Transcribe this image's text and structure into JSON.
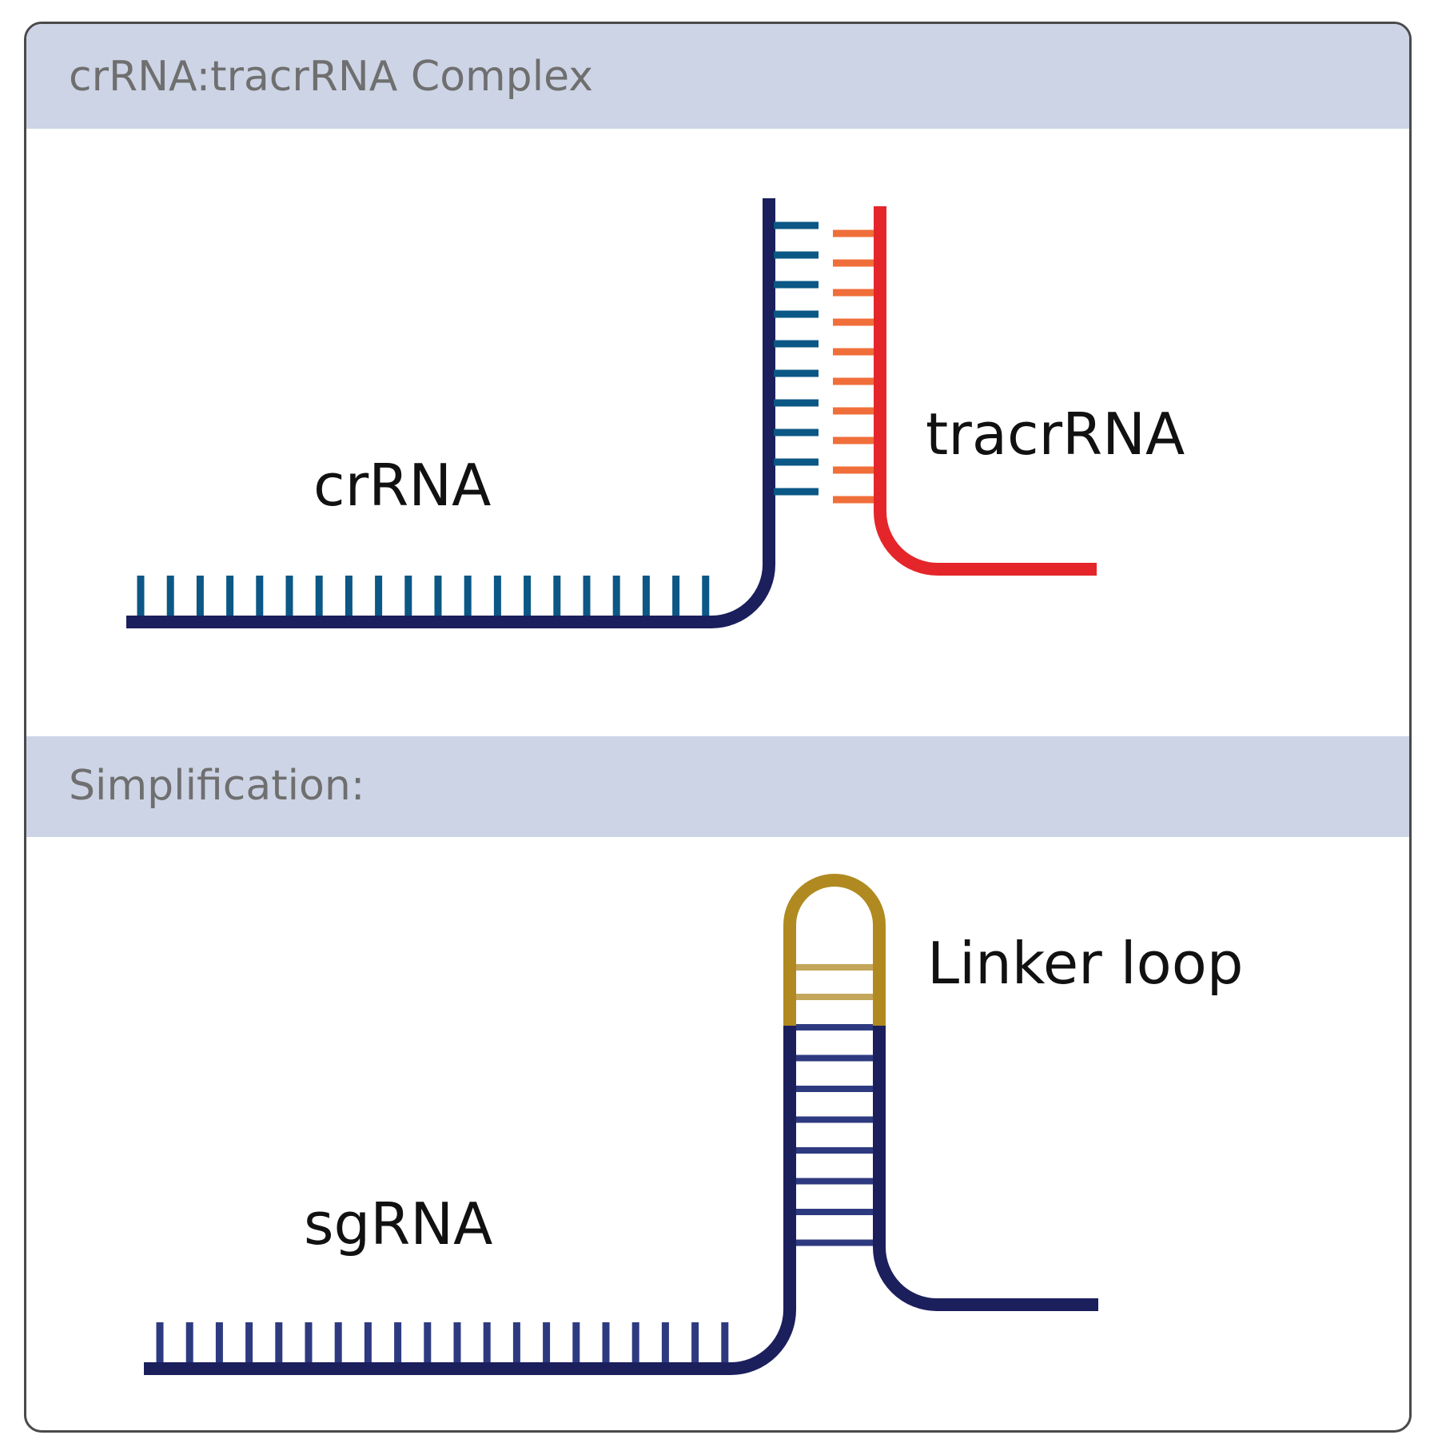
{
  "sections": [
    {
      "title": "crRNA:tracrRNA Complex"
    },
    {
      "title": "Simplification:"
    }
  ],
  "labels": {
    "crrna": "crRNA",
    "tracrrna": "tracrRNA",
    "sgrna": "sgRNA",
    "linker_loop": "Linker loop"
  },
  "colors": {
    "band": "#cdd4e6",
    "backbone_navy": "#1b1f5c",
    "base_blue": "#0b5785",
    "tracr_red": "#e4262a",
    "tracr_bases": "#f06e3a",
    "sg_bases": "#2e3a80",
    "loop_gold": "#b08a20",
    "loop_bases": "#c4a65a"
  }
}
